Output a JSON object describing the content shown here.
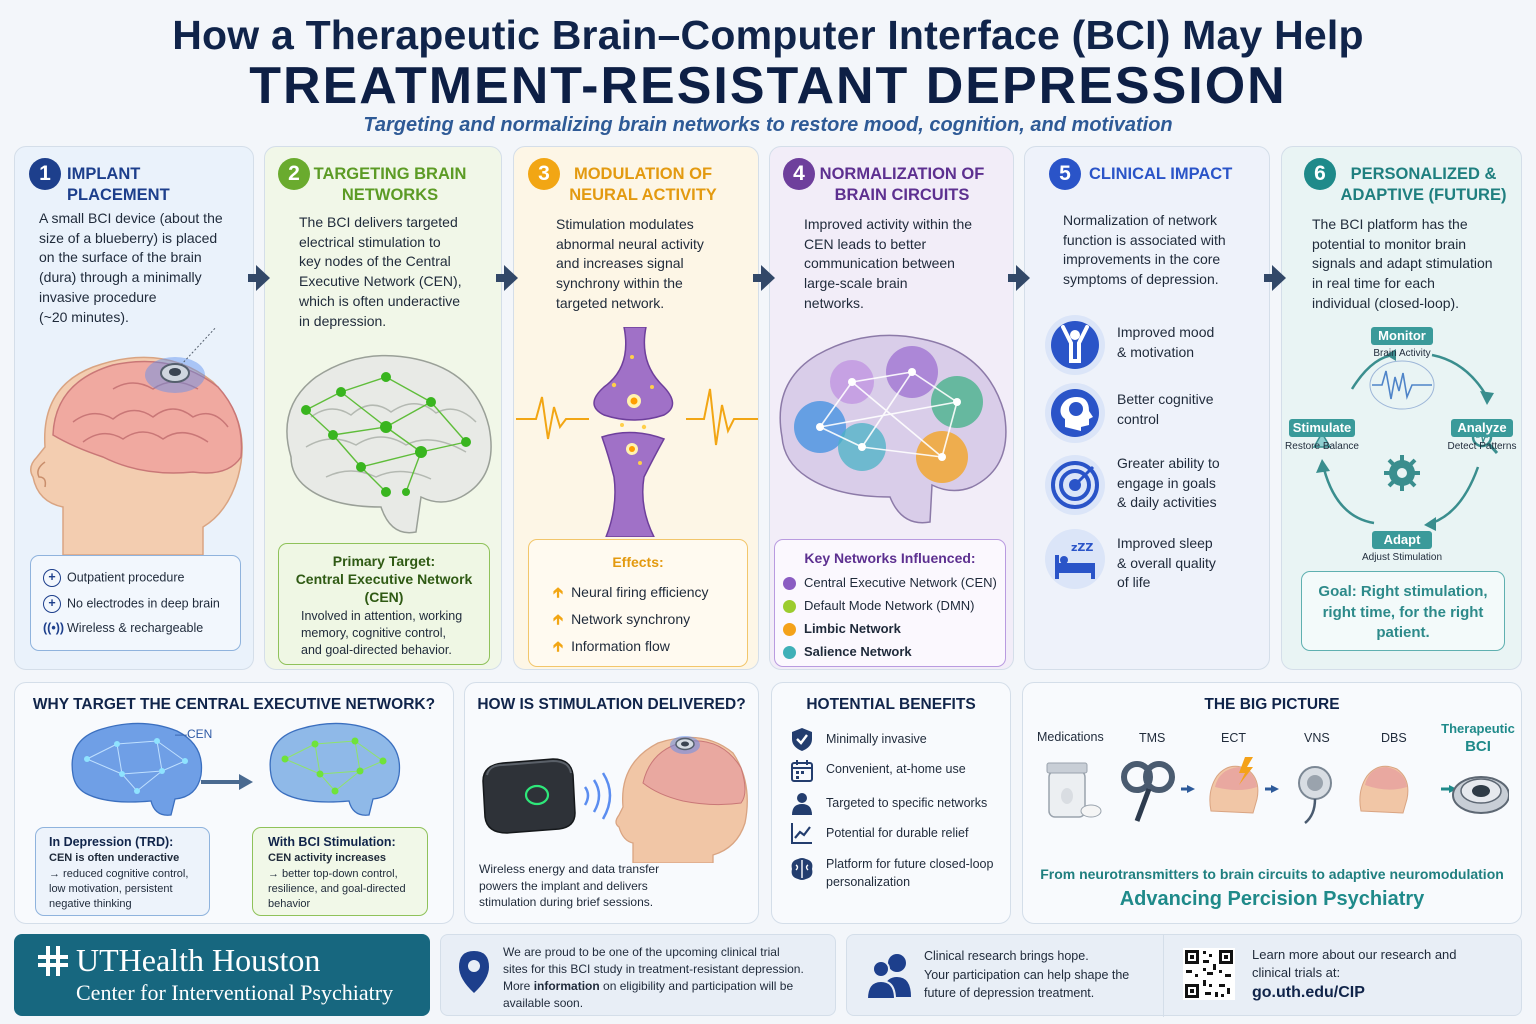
{
  "header": {
    "title_line1": "How a Therapeutic Brain–Computer Interface (BCI) May Help",
    "title_line2": "TREATMENT-RESISTANT DEPRESSION",
    "subtitle": "Targeting and normalizing brain networks to restore mood, cognition, and motivation"
  },
  "colors": {
    "navy": "#10244a",
    "step1": "#1d3f8c",
    "step2": "#6aab2e",
    "step3": "#f2a614",
    "step4": "#6e3f9c",
    "step5": "#2a54c8",
    "step6": "#1f8a8a"
  },
  "steps": [
    {
      "num": "1",
      "title_line1": "IMPLANT PLACEMENT",
      "desc_lines": [
        "A small BCI device (about the",
        "size of a blueberry) is placed",
        "on the surface of the brain",
        "(dura) through a minimally",
        "invasive procedure",
        "(~20 minutes)."
      ],
      "features": [
        "Outpatient procedure",
        "No electrodes in deep brain",
        "Wireless & rechargeable"
      ]
    },
    {
      "num": "2",
      "title_line1": "TARGETING BRAIN",
      "title_line2": "NETWORKS",
      "desc_lines": [
        "The BCI delivers targeted",
        "electrical stimulation to",
        "key nodes of the Central",
        "Executive Network (CEN),",
        "which is often underactive",
        "in depression."
      ],
      "box_title_line1": "Primary Target:",
      "box_title_line2": "Central Executive Network",
      "box_title_line3": "(CEN)",
      "box_desc_lines": [
        "Involved in attention, working",
        "memory, cognitive control,",
        "and goal-directed behavior."
      ]
    },
    {
      "num": "3",
      "title_line1": "MODULATION OF",
      "title_line2": "NEURAL ACTIVITY",
      "desc_lines": [
        "Stimulation modulates",
        "abnormal neural activity",
        "and increases signal",
        "synchrony within the",
        "targeted network."
      ],
      "effects_title": "Effects:",
      "effects": [
        "Neural firing efficiency",
        "Network synchrony",
        "Information flow"
      ]
    },
    {
      "num": "4",
      "title_line1": "NORMALIZATION OF",
      "title_line2": "BRAIN CIRCUITS",
      "desc_lines": [
        "Improved activity within the",
        "CEN leads to better",
        "communication between",
        "large-scale brain",
        "networks."
      ],
      "networks_title": "Key Networks Influenced:",
      "networks": [
        {
          "label": "Central Executive Network (CEN)",
          "color": "#8a5cc2"
        },
        {
          "label": "Default Mode Network (DMN)",
          "color": "#9ccc2e"
        },
        {
          "label": "Limbic Network",
          "color": "#f4a21a"
        },
        {
          "label": "Salience Network",
          "color": "#3fb0b8"
        }
      ]
    },
    {
      "num": "5",
      "title_line1": "CLINICAL IMPACT",
      "desc_lines": [
        "Normalization of network",
        "function is associated with",
        "improvements in the core",
        "symptoms of depression."
      ],
      "impacts": [
        {
          "lines": [
            "Improved mood",
            "& motivation"
          ],
          "icon": "person-raised-arms-icon"
        },
        {
          "lines": [
            "Better cognitive",
            "control"
          ],
          "icon": "head-brain-icon"
        },
        {
          "lines": [
            "Greater ability to",
            "engage in goals",
            "& daily activities"
          ],
          "icon": "target-icon"
        },
        {
          "lines": [
            "Improved sleep",
            "& overall quality",
            "of life"
          ],
          "icon": "sleep-bed-icon"
        }
      ]
    },
    {
      "num": "6",
      "title_line1": "PERSONALIZED &",
      "title_line2": "ADAPTIVE (FUTURE)",
      "desc_lines": [
        "The BCI platform has the",
        "potential to monitor brain",
        "signals and adapt stimulation",
        "in real time for each",
        "individual (closed-loop)."
      ],
      "cycle": {
        "monitor": "Monitor",
        "monitor_sub": "Brain Activity",
        "analyze": "Analyze",
        "analyze_sub": "Detect Patterns",
        "adapt": "Adapt",
        "adapt_sub": "Adjust Stimulation",
        "stimulate": "Stimulate",
        "stimulate_sub": "Restore Balance"
      },
      "goal_lines": [
        "Goal: Right stimulation,",
        "right time, for the right",
        "patient."
      ]
    }
  ],
  "why_cen": {
    "title": "WHY TARGET THE CENTRAL EXECUTIVE NETWORK?",
    "cen_label": "CEN",
    "left_title": "In Depression (TRD):",
    "left_bold": "CEN is often underactive",
    "left_lines": [
      "→ reduced cognitive control,",
      "low motivation, persistent",
      "negative thinking"
    ],
    "right_title": "With BCI Stimulation:",
    "right_bold": "CEN activity increases",
    "right_lines": [
      "→ better top-down control,",
      "resilience, and goal-directed",
      "behavior"
    ]
  },
  "delivery": {
    "title": "HOW IS STIMULATION DELIVERED?",
    "caption_lines": [
      "Wireless energy and data transfer",
      "powers the implant and delivers",
      "stimulation during brief sessions."
    ]
  },
  "benefits": {
    "title": "HOTENTIAL BENEFITS",
    "items": [
      {
        "label": "Minimally invasive",
        "icon": "shield-check-icon"
      },
      {
        "label": "Convenient, at-home use",
        "icon": "calendar-icon"
      },
      {
        "label": "Targeted to specific networks",
        "icon": "person-icon"
      },
      {
        "label": "Potential for durable relief",
        "icon": "trend-chart-icon"
      },
      {
        "label_lines": [
          "Platform for future closed-loop",
          "personalization"
        ],
        "icon": "brain-icon"
      }
    ]
  },
  "big_picture": {
    "title": "THE BIG PICTURE",
    "items": [
      "Medications",
      "TMS",
      "ECT",
      "VNS",
      "DBS"
    ],
    "bci_line1": "Therapeutic",
    "bci_line2": "BCI",
    "tagline": "From neurotransmitters to brain circuits to adaptive neuromodulation",
    "slogan": "Advancing Percision Psychiatry"
  },
  "footer": {
    "org_name": "UTHealth Houston",
    "org_sub": "Center for Interventional Psychiatry",
    "trial_lines_1": "We are proud to be one of the upcoming clinical trial",
    "trial_lines_2": "sites for this BCI study in treatment-resistant depression.",
    "trial_lines_3a": "More ",
    "trial_lines_3b": "information",
    "trial_lines_3c": " on eligibility and participation will be",
    "trial_lines_4": "available soon.",
    "hope_lines": [
      "Clinical research brings hope.",
      "Your participation can help shape the",
      "future of depression treatment."
    ],
    "learn_lines": [
      "Learn more about our research and",
      "clinical trials at:"
    ],
    "url": "go.uth.edu/CIP"
  }
}
